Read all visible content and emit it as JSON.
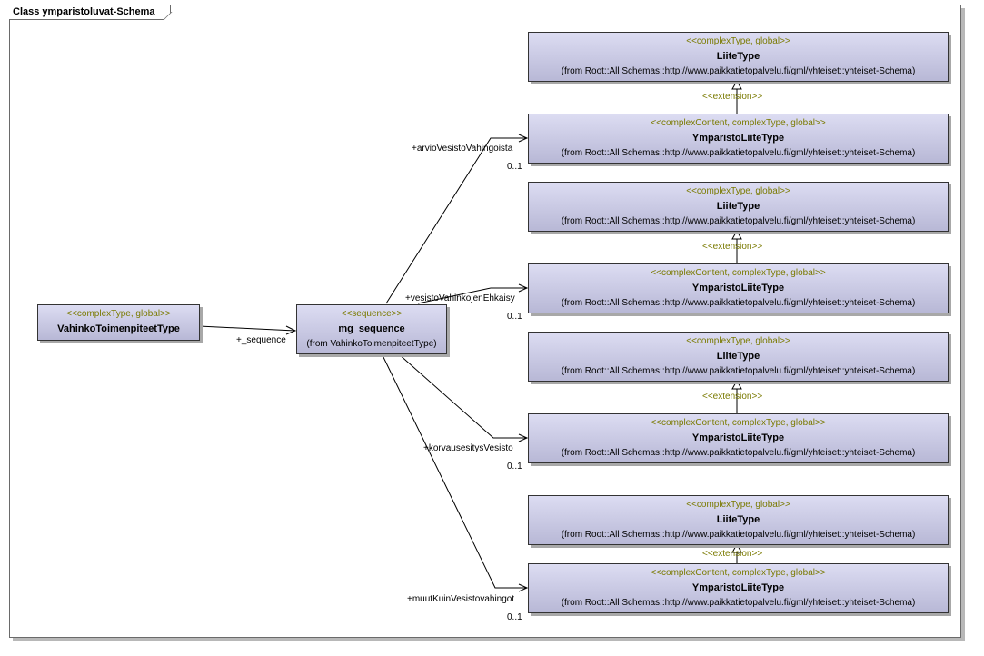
{
  "frame_title": "Class ymparistoluvat-Schema",
  "source_class": {
    "stereotype": "<<complexType, global>>",
    "name": "VahinkoToimenpiteetType"
  },
  "sequence": {
    "stereotype": "<<sequence>>",
    "name": "mg_sequence",
    "from": "(from VahinkoToimenpiteetType)"
  },
  "sequence_role": "+_sequence",
  "base": {
    "stereotype": "<<complexType, global>>",
    "name": "LiiteType",
    "from": "(from Root::All Schemas::http://www.paikkatietopalvelu.fi/gml/yhteiset::yhteiset-Schema)"
  },
  "derived": {
    "stereotype": "<<complexContent, complexType, global>>",
    "name": "YmparistoLiiteType",
    "from": "(from Root::All Schemas::http://www.paikkatietopalvelu.fi/gml/yhteiset::yhteiset-Schema)"
  },
  "extension_label": "<<extension>>",
  "roles": [
    {
      "name": "+arvioVesistoVahingoista",
      "mult": "0..1"
    },
    {
      "name": "+vesistoVahinkojenEhkaisy",
      "mult": "0..1"
    },
    {
      "name": "+korvausesitysVesisto",
      "mult": "0..1"
    },
    {
      "name": "+muutKuinVesistovahingot",
      "mult": "0..1"
    }
  ]
}
